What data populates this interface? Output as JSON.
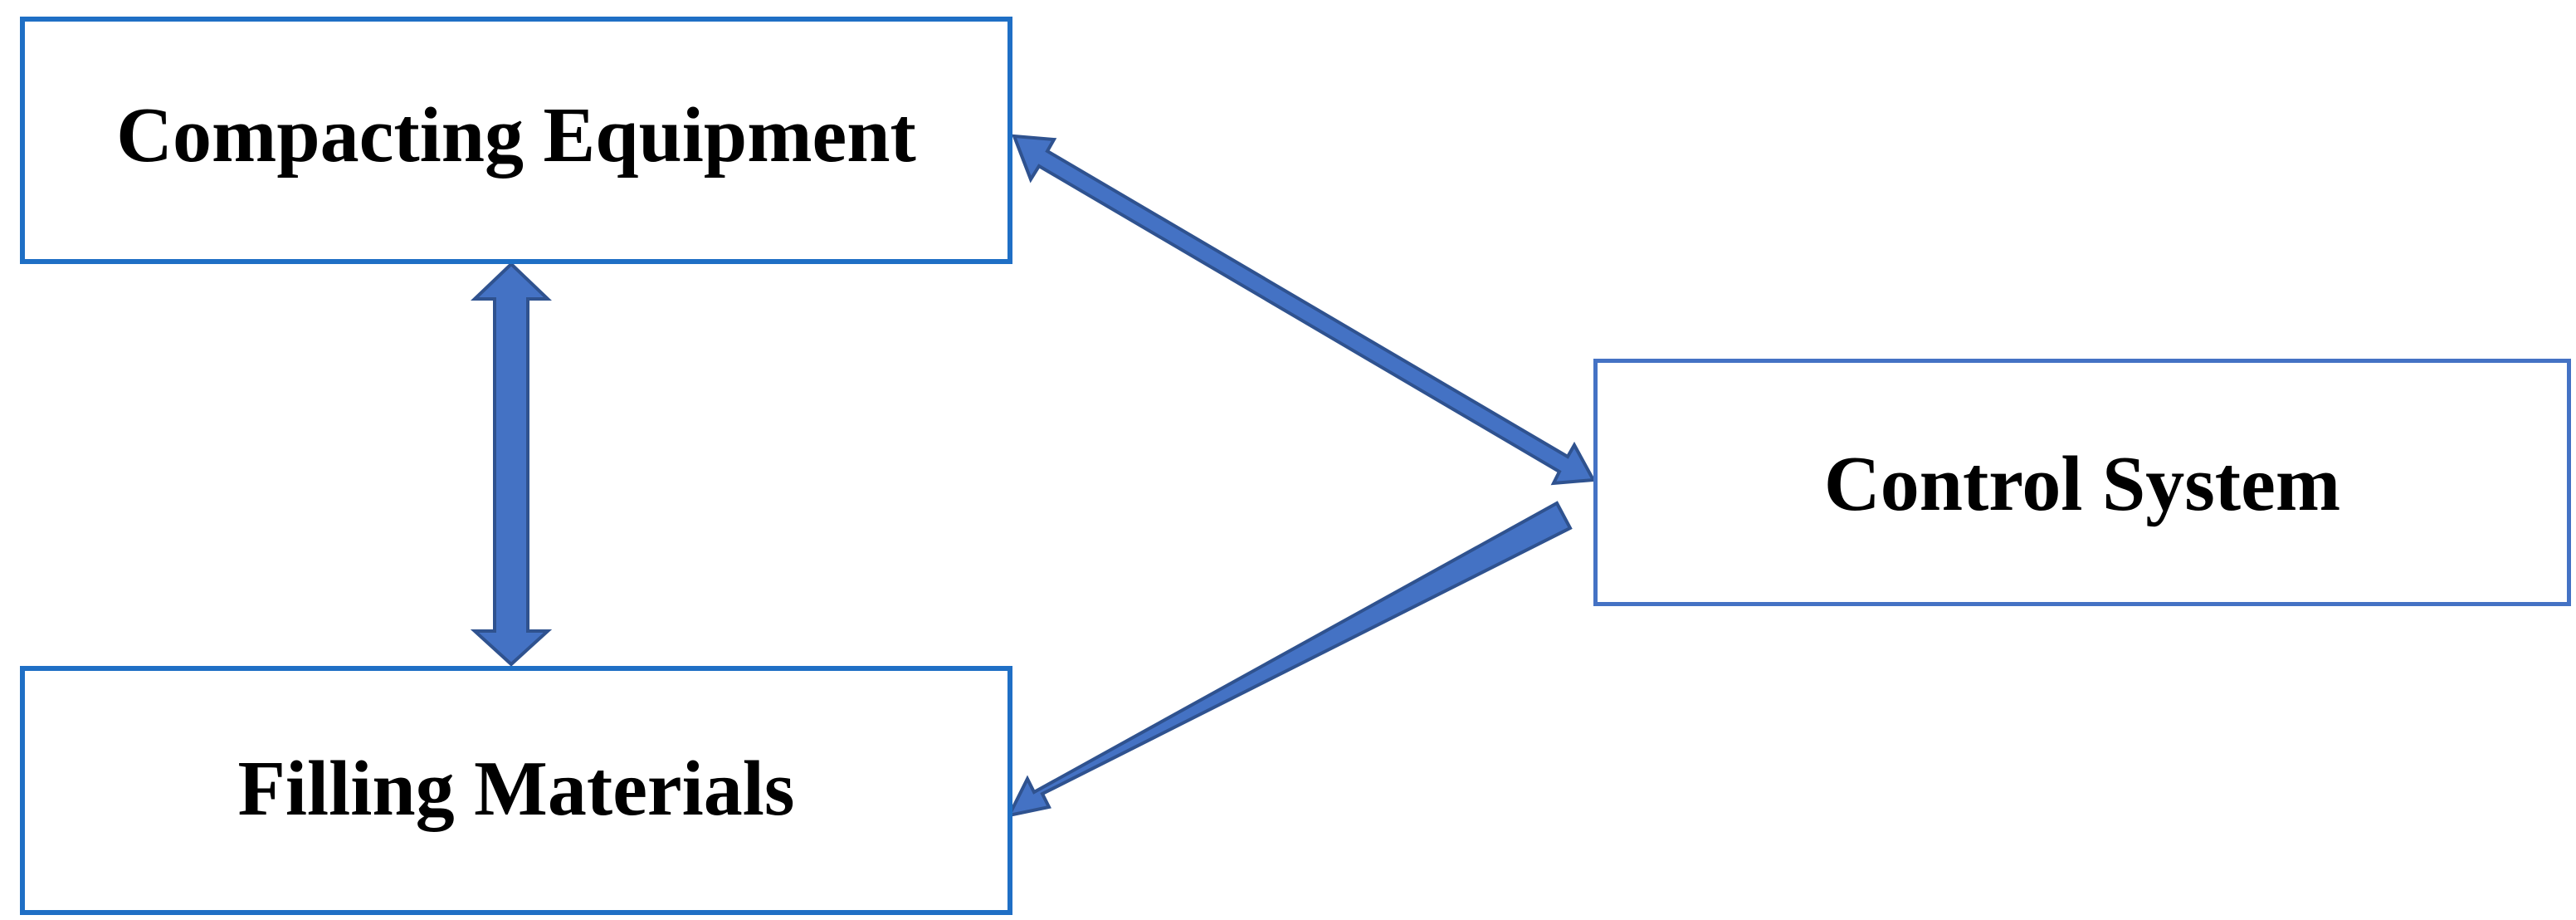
{
  "diagram": {
    "nodes": [
      {
        "id": "compacting-equipment",
        "label": "Compacting Equipment"
      },
      {
        "id": "filling-materials",
        "label": "Filling Materials"
      },
      {
        "id": "control-system",
        "label": "Control System"
      }
    ],
    "edges": [
      {
        "from": "compacting-equipment",
        "to": "filling-materials",
        "direction": "bidirectional"
      },
      {
        "from": "compacting-equipment",
        "to": "control-system",
        "direction": "bidirectional"
      },
      {
        "from": "control-system",
        "to": "filling-materials",
        "direction": "one-way"
      }
    ],
    "colors": {
      "box_border": "#1f6fc5",
      "box_border_secondary": "#4472c4",
      "arrow_fill": "#4472c4",
      "arrow_stroke": "#2f528f",
      "text": "#000000"
    }
  }
}
